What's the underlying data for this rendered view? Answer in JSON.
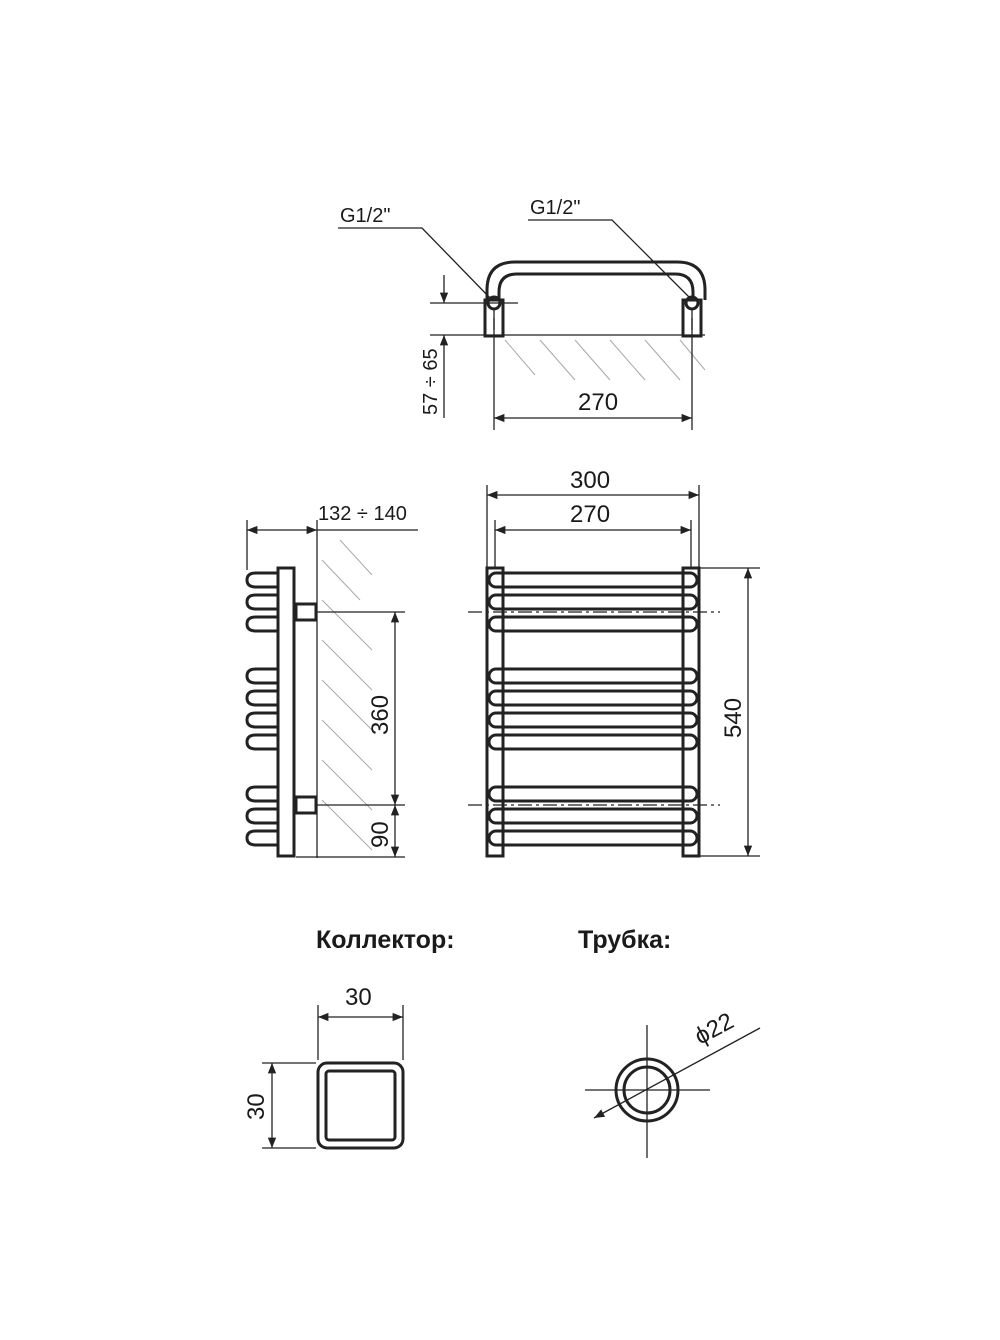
{
  "top_view": {
    "connection_left_label": "G1/2\"",
    "connection_right_label": "G1/2\"",
    "wall_distance_label": "57 ÷ 65",
    "center_distance_label": "270"
  },
  "side_view": {
    "depth_label": "132 ÷ 140",
    "connection_spacing_label": "360",
    "bottom_offset_label": "90"
  },
  "front_view": {
    "overall_width_label": "300",
    "center_width_label": "270",
    "overall_height_label": "540"
  },
  "collector": {
    "heading": "Коллектор:",
    "width_label": "30",
    "height_label": "30"
  },
  "tube": {
    "heading": "Трубка:",
    "diameter_label": "ϕ22"
  },
  "colors": {
    "line": "#222222",
    "hatch": "#aaaaaa",
    "background": "#ffffff"
  }
}
